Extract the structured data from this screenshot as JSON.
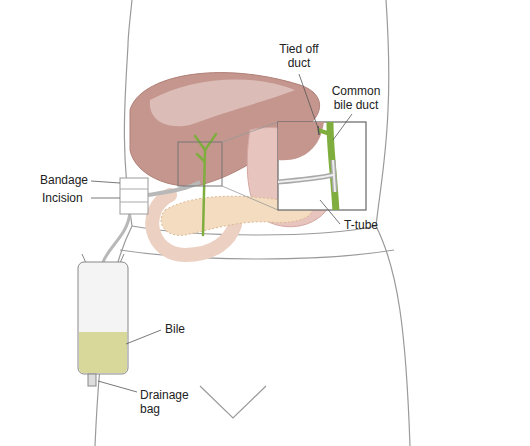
{
  "diagram": {
    "labels": [
      "Tied off duct",
      "Common bile duct",
      "Bandage",
      "Incision",
      "Bile",
      "Drainage bag",
      "T-tube"
    ]
  }
}
